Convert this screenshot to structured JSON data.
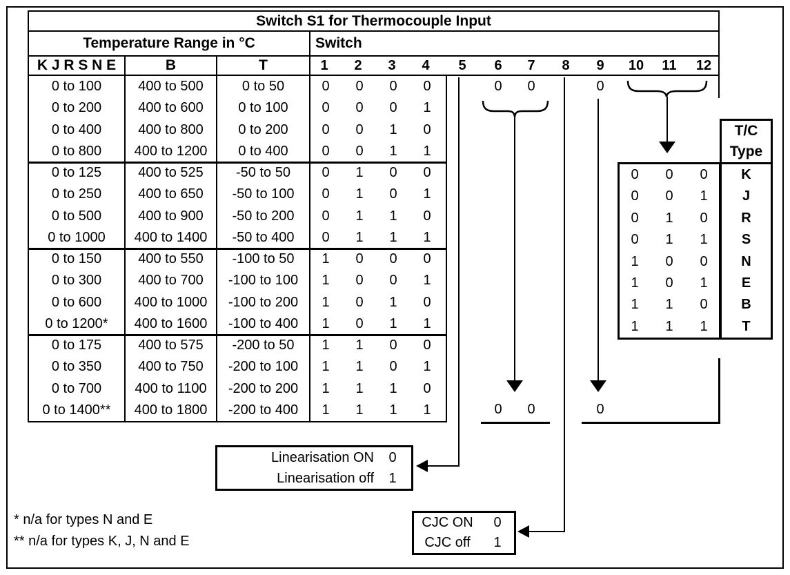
{
  "title": "Switch S1 for Thermocouple Input",
  "headers": {
    "temp_range": "Temperature Range in °C",
    "switch_label": "Switch",
    "type_columns": [
      "K J R S N E",
      "B",
      "T"
    ],
    "switch_numbers": [
      "1",
      "2",
      "3",
      "4",
      "5",
      "6",
      "7",
      "8",
      "9",
      "10",
      "11",
      "12"
    ]
  },
  "rows": [
    {
      "kjrsne": "0 to 100",
      "b": "400 to 500",
      "t": "0 to 50",
      "s": [
        "0",
        "0",
        "0",
        "0"
      ]
    },
    {
      "kjrsne": "0 to 200",
      "b": "400 to 600",
      "t": "0 to 100",
      "s": [
        "0",
        "0",
        "0",
        "1"
      ]
    },
    {
      "kjrsne": "0 to 400",
      "b": "400 to 800",
      "t": "0 to 200",
      "s": [
        "0",
        "0",
        "1",
        "0"
      ]
    },
    {
      "kjrsne": "0 to 800",
      "b": "400 to 1200",
      "t": "0 to 400",
      "s": [
        "0",
        "0",
        "1",
        "1"
      ]
    },
    {
      "kjrsne": "0 to 125",
      "b": "400 to 525",
      "t": "-50 to 50",
      "s": [
        "0",
        "1",
        "0",
        "0"
      ]
    },
    {
      "kjrsne": "0 to 250",
      "b": "400 to 650",
      "t": "-50 to 100",
      "s": [
        "0",
        "1",
        "0",
        "1"
      ]
    },
    {
      "kjrsne": "0 to 500",
      "b": "400 to 900",
      "t": "-50 to 200",
      "s": [
        "0",
        "1",
        "1",
        "0"
      ]
    },
    {
      "kjrsne": "0 to 1000",
      "b": "400 to 1400",
      "t": "-50 to 400",
      "s": [
        "0",
        "1",
        "1",
        "1"
      ]
    },
    {
      "kjrsne": "0 to 150",
      "b": "400 to 550",
      "t": "-100 to 50",
      "s": [
        "1",
        "0",
        "0",
        "0"
      ]
    },
    {
      "kjrsne": "0 to 300",
      "b": "400 to 700",
      "t": "-100 to 100",
      "s": [
        "1",
        "0",
        "0",
        "1"
      ]
    },
    {
      "kjrsne": "0 to 600",
      "b": "400 to 1000",
      "t": "-100 to 200",
      "s": [
        "1",
        "0",
        "1",
        "0"
      ]
    },
    {
      "kjrsne": "0 to 1200*",
      "b": "400 to 1600",
      "t": "-100 to 400",
      "s": [
        "1",
        "0",
        "1",
        "1"
      ]
    },
    {
      "kjrsne": "0 to 175",
      "b": "400 to 575",
      "t": "-200 to 50",
      "s": [
        "1",
        "1",
        "0",
        "0"
      ]
    },
    {
      "kjrsne": "0 to 350",
      "b": "400 to 750",
      "t": "-200 to 100",
      "s": [
        "1",
        "1",
        "0",
        "1"
      ]
    },
    {
      "kjrsne": "0 to 700",
      "b": "400 to 1100",
      "t": "-200 to 200",
      "s": [
        "1",
        "1",
        "1",
        "0"
      ]
    },
    {
      "kjrsne": "0 to 1400**",
      "b": "400 to 1800",
      "t": "-200 to 400",
      "s": [
        "1",
        "1",
        "1",
        "1"
      ]
    }
  ],
  "annotations": {
    "row1_switch67": [
      "0",
      "0"
    ],
    "row1_switch9": "0",
    "bottom_switch67": [
      "0",
      "0"
    ],
    "bottom_switch9": "0"
  },
  "tc_table": {
    "header": [
      "T/C",
      "Type"
    ],
    "rows": [
      {
        "bits": [
          "0",
          "0",
          "0"
        ],
        "type": "K"
      },
      {
        "bits": [
          "0",
          "0",
          "1"
        ],
        "type": "J"
      },
      {
        "bits": [
          "0",
          "1",
          "0"
        ],
        "type": "R"
      },
      {
        "bits": [
          "0",
          "1",
          "1"
        ],
        "type": "S"
      },
      {
        "bits": [
          "1",
          "0",
          "0"
        ],
        "type": "N"
      },
      {
        "bits": [
          "1",
          "0",
          "1"
        ],
        "type": "E"
      },
      {
        "bits": [
          "1",
          "1",
          "0"
        ],
        "type": "B"
      },
      {
        "bits": [
          "1",
          "1",
          "1"
        ],
        "type": "T"
      }
    ]
  },
  "linearisation_box": {
    "rows": [
      {
        "label": "Linearisation ON",
        "value": "0"
      },
      {
        "label": "Linearisation off",
        "value": "1"
      }
    ]
  },
  "cjc_box": {
    "rows": [
      {
        "label": "CJC ON",
        "value": "0"
      },
      {
        "label": "CJC off",
        "value": "1"
      }
    ]
  },
  "footnotes": [
    "* n/a for types N and E",
    "** n/a for types K, J, N and E"
  ]
}
